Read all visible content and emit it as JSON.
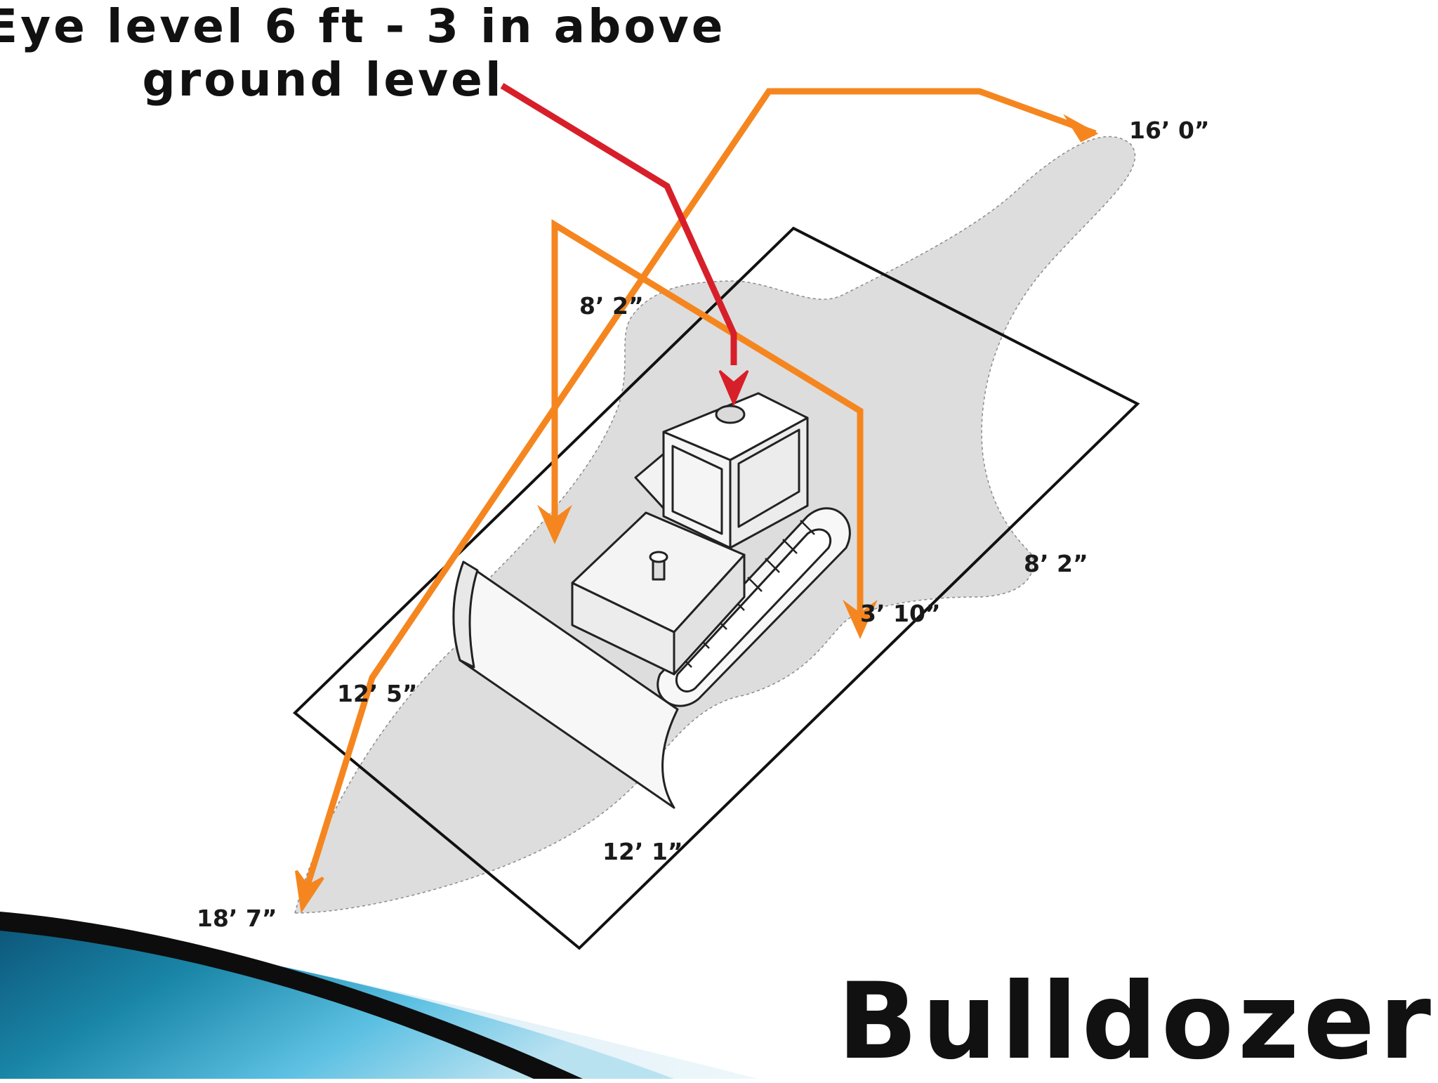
{
  "heading": {
    "line1": "Eye level 6 ft - 3 in above",
    "line2": "ground level"
  },
  "title": "Bulldozer",
  "dimensions": {
    "top_right": "16’ 0”",
    "upper_left": "8’ 2”",
    "right": "8’ 2”",
    "right_inner": "3’ 10”",
    "left_inner": "12’ 5”",
    "bottom_front": "12’ 1”",
    "bottom_left": "18’ 7”"
  },
  "colors": {
    "blind_zone": "#dddddd",
    "sight_lines": "#f5861f",
    "eye_pointer": "#d71f2a",
    "outline": "#111111",
    "ribbon_dark": "#0f5f80",
    "ribbon_light": "#5fc0e2"
  },
  "icons": {
    "eye_marker": "eye-level-ellipse",
    "arrows": "arrowhead"
  }
}
